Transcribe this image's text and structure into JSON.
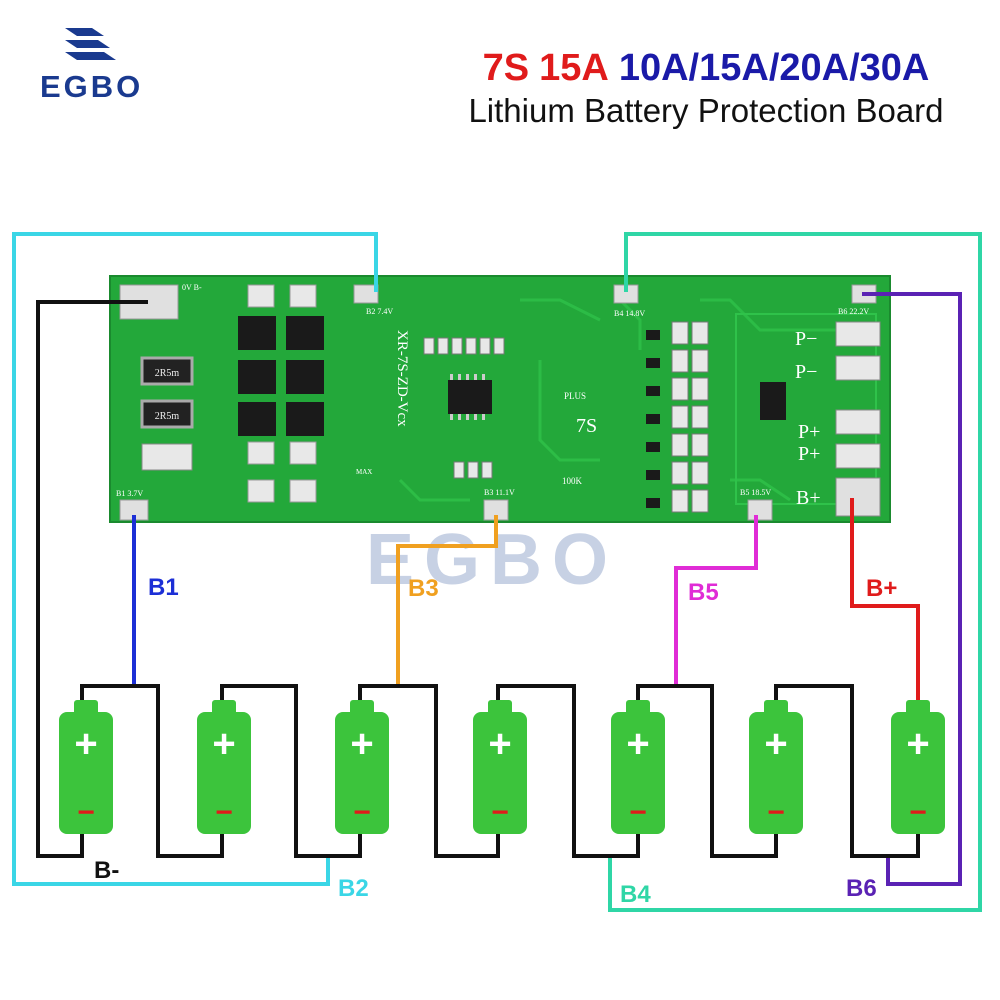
{
  "header": {
    "logo_text": "EGBO",
    "title_line1": {
      "model": "7S",
      "current": "15A",
      "variants": "10A/15A/20A/30A"
    },
    "title_line2": "Lithium Battery Protection Board"
  },
  "board": {
    "watermark": "EGBO",
    "pads": {
      "b_minus": "0V B-",
      "b1": "B1 3.7V",
      "b2": "B2 7.4V",
      "b3": "B3 11.1V",
      "b4": "B4 14.8V",
      "b5": "B5 18.5V",
      "b6": "B6 22.2V"
    },
    "silkscreen": {
      "model": "XR-7S-ZD-Vcx",
      "cells": "7S",
      "plus": "PLUS",
      "resistor": "100K",
      "max": "MAX",
      "shunt1": "2R5m",
      "shunt2": "2R5m",
      "p_minus_1": "P−",
      "p_minus_2": "P−",
      "p_plus_1": "P+",
      "p_plus_2": "P+",
      "b_plus": "B+"
    }
  },
  "wire_labels": {
    "b1": "B1",
    "b2": "B2",
    "b3": "B3",
    "b4": "B4",
    "b5": "B5",
    "b6": "B6",
    "b_minus": "B-",
    "b_plus": "B+"
  },
  "battery": {
    "count": 7,
    "plus_symbol": "+",
    "minus_symbol": "−"
  },
  "colors": {
    "title_red": "#e01b1b",
    "title_blue": "#1a1aa8",
    "pcb_green": "#23a83a",
    "battery_green": "#3cc43c",
    "wire_black": "#111111",
    "wire_blue": "#1c2fd6",
    "wire_cyan": "#3ad6e6",
    "wire_orange": "#f0a020",
    "wire_mint": "#2fd6a6",
    "wire_magenta": "#e02cd6",
    "wire_purple": "#5a22b4",
    "wire_red": "#e01b1b"
  }
}
